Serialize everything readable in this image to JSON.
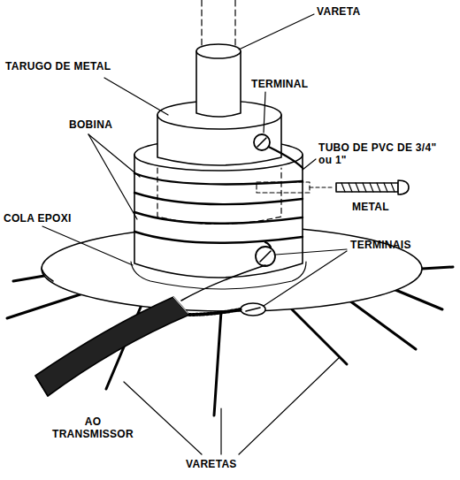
{
  "diagram": {
    "labels": [
      "VARETA",
      "TARUGO DE METAL",
      "TERMINAL",
      "BOBINA",
      "TUBO DE PVC DE 3/4\" ou 1\"",
      "METAL",
      "COLA EPOXI",
      "TERMINAIS",
      "AO TRANSMISSOR",
      "VARETAS"
    ]
  }
}
